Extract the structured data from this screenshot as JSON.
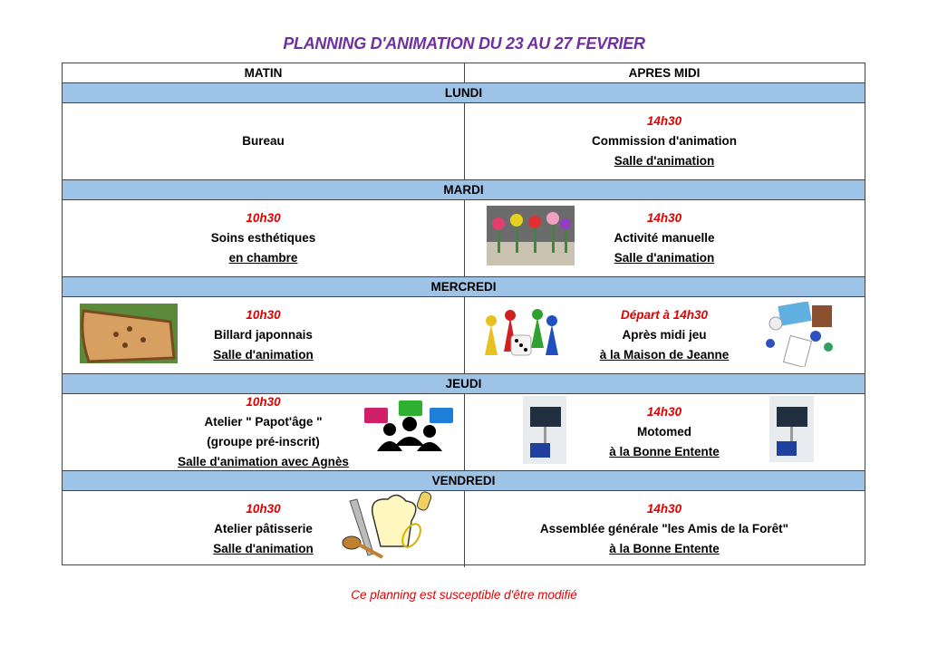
{
  "title": "PLANNING D'ANIMATION DU 23 AU 27 FEVRIER",
  "columns": [
    "MATIN",
    "APRES MIDI"
  ],
  "days": [
    {
      "name": "LUNDI",
      "morning": {
        "time": null,
        "activity": "Bureau",
        "location": null,
        "extra": null
      },
      "afternoon": {
        "time": "14h30",
        "activity": "Commission d'animation",
        "location": "Salle d'animation",
        "extra": null
      }
    },
    {
      "name": "MARDI",
      "morning": {
        "time": "10h30",
        "activity": "Soins esthétiques",
        "location": "en chambre",
        "extra": null
      },
      "afternoon": {
        "time": "14h30",
        "activity": "Activité manuelle",
        "location": "Salle d'animation",
        "extra": null
      }
    },
    {
      "name": "MERCREDI",
      "morning": {
        "time": "10h30",
        "activity": "Billard japonnais",
        "location": "Salle d'animation",
        "extra": null
      },
      "afternoon": {
        "time": "Départ à 14h30",
        "activity": "Après midi jeu",
        "location": "à la Maison de Jeanne",
        "extra": null
      }
    },
    {
      "name": "JEUDI",
      "morning": {
        "time": "10h30",
        "activity": "Atelier \" Papot'âge \"",
        "extra": "(groupe pré-inscrit)",
        "location": "Salle d'animation avec Agnès"
      },
      "afternoon": {
        "time": "14h30",
        "activity": "Motomed",
        "location": "à la Bonne Entente",
        "extra": null
      }
    },
    {
      "name": "VENDREDI",
      "morning": {
        "time": "10h30",
        "activity": "Atelier pâtisserie",
        "location": "Salle d'animation",
        "extra": null
      },
      "afternoon": {
        "time": "14h30",
        "activity": "Assemblée générale \"les Amis de la Forêt\"",
        "location": "à la Bonne Entente",
        "extra": null
      }
    }
  ],
  "footer": "Ce planning est susceptible d'être modifié",
  "colors": {
    "title": "#7030a0",
    "time": "#e00000",
    "day_band": "#9dc3e6"
  }
}
